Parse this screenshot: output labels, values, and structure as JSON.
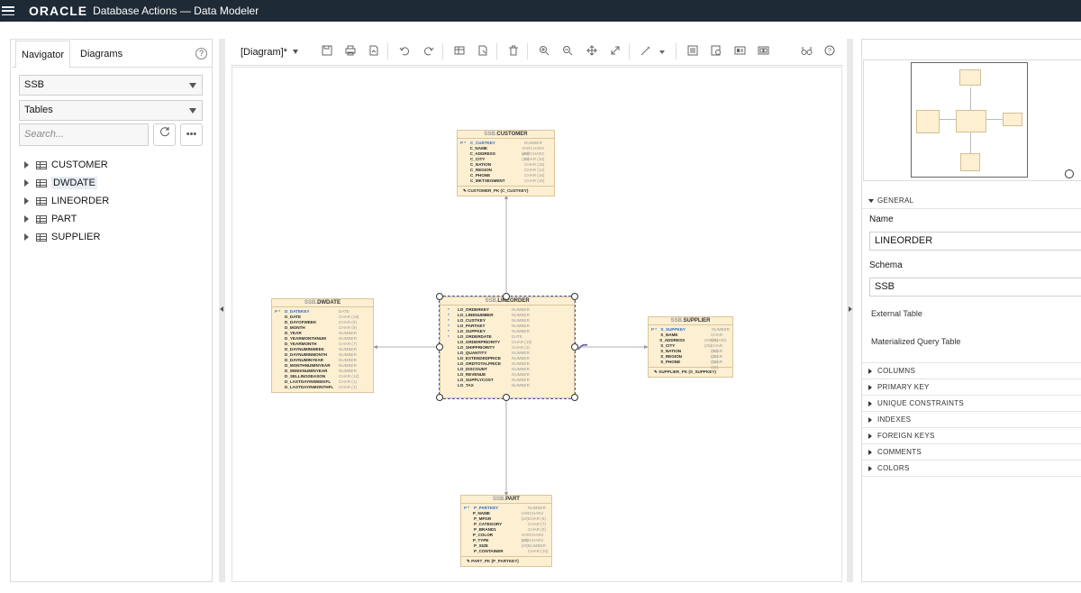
{
  "app": {
    "brand": "ORACLE",
    "title": "Database Actions — Data Modeler"
  },
  "navigator": {
    "tabs": [
      "Navigator",
      "Diagrams"
    ],
    "schema_select": "SSB",
    "object_type_select": "Tables",
    "search_placeholder": "Search...",
    "tables": [
      "CUSTOMER",
      "DWDATE",
      "LINEORDER",
      "PART",
      "SUPPLIER"
    ],
    "selected_table": "DWDATE"
  },
  "diagram": {
    "title": "[Diagram]*",
    "entities": {
      "customer": {
        "prefix": "SSB.",
        "name": "CUSTOMER",
        "columns": [
          {
            "flag": "P *",
            "name": "C_CUSTKEY",
            "type": "NUMBER",
            "pk": true
          },
          {
            "flag": "",
            "name": "C_NAME",
            "type": "VARCHAR2 (25)"
          },
          {
            "flag": "",
            "name": "C_ADDRESS",
            "type": "VARCHAR2 (25)"
          },
          {
            "flag": "",
            "name": "C_CITY",
            "type": "CHAR (10)"
          },
          {
            "flag": "",
            "name": "C_NATION",
            "type": "CHAR (15)"
          },
          {
            "flag": "",
            "name": "C_REGION",
            "type": "CHAR (12)"
          },
          {
            "flag": "",
            "name": "C_PHONE",
            "type": "CHAR (15)"
          },
          {
            "flag": "",
            "name": "C_MKTSEGMENT",
            "type": "CHAR (10)"
          }
        ],
        "pk_label": "CUSTOMER_PK (C_CUSTKEY)"
      },
      "dwdate": {
        "prefix": "SSB.",
        "name": "DWDATE",
        "columns": [
          {
            "flag": "P *",
            "name": "D_DATEKEY",
            "type": "DATE",
            "pk": true
          },
          {
            "flag": "",
            "name": "D_DATE",
            "type": "CHAR (18)"
          },
          {
            "flag": "",
            "name": "D_DAYOFWEEK",
            "type": "CHAR (9)"
          },
          {
            "flag": "",
            "name": "D_MONTH",
            "type": "CHAR (9)"
          },
          {
            "flag": "",
            "name": "D_YEAR",
            "type": "NUMBER"
          },
          {
            "flag": "",
            "name": "D_YEARMONTHNUM",
            "type": "NUMBER"
          },
          {
            "flag": "",
            "name": "D_YEARMONTH",
            "type": "CHAR (7)"
          },
          {
            "flag": "",
            "name": "D_DAYNUMINWEEK",
            "type": "NUMBER"
          },
          {
            "flag": "",
            "name": "D_DAYNUMINMONTH",
            "type": "NUMBER"
          },
          {
            "flag": "",
            "name": "D_DAYNUMINYEAR",
            "type": "NUMBER"
          },
          {
            "flag": "",
            "name": "D_MONTHNUMINYEAR",
            "type": "NUMBER"
          },
          {
            "flag": "",
            "name": "D_WEEKNUMINYEAR",
            "type": "NUMBER"
          },
          {
            "flag": "",
            "name": "D_SELLINGSEASON",
            "type": "CHAR (12)"
          },
          {
            "flag": "",
            "name": "D_LASTDAYINWEEKFL",
            "type": "CHAR (1)"
          },
          {
            "flag": "",
            "name": "D_LASTDAYINMONTHFL",
            "type": "CHAR (1)"
          }
        ]
      },
      "lineorder": {
        "prefix": "SSB.",
        "name": "LINEORDER",
        "columns": [
          {
            "flag": "*",
            "name": "LO_ORDERKEY",
            "type": "NUMBER"
          },
          {
            "flag": "*",
            "name": "LO_LINENUMBER",
            "type": "NUMBER"
          },
          {
            "flag": "*",
            "name": "LO_CUSTKEY",
            "type": "NUMBER"
          },
          {
            "flag": "*",
            "name": "LO_PARTKEY",
            "type": "NUMBER"
          },
          {
            "flag": "*",
            "name": "LO_SUPPKEY",
            "type": "NUMBER"
          },
          {
            "flag": "*",
            "name": "LO_ORDERDATE",
            "type": "DATE"
          },
          {
            "flag": "",
            "name": "LO_ORDERPRIORITY",
            "type": "CHAR (15)"
          },
          {
            "flag": "",
            "name": "LO_SHIPPRIORITY",
            "type": "CHAR (1)"
          },
          {
            "flag": "",
            "name": "LO_QUANTITY",
            "type": "NUMBER"
          },
          {
            "flag": "",
            "name": "LO_EXTENDEDPRICE",
            "type": "NUMBER"
          },
          {
            "flag": "",
            "name": "LO_ORDTOTALPRICE",
            "type": "NUMBER"
          },
          {
            "flag": "",
            "name": "LO_DISCOUNT",
            "type": "NUMBER"
          },
          {
            "flag": "",
            "name": "LO_REVENUE",
            "type": "NUMBER"
          },
          {
            "flag": "",
            "name": "LO_SUPPLYCOST",
            "type": "NUMBER"
          },
          {
            "flag": "",
            "name": "LO_TAX",
            "type": "NUMBER"
          }
        ]
      },
      "supplier": {
        "prefix": "SSB.",
        "name": "SUPPLIER",
        "columns": [
          {
            "flag": "P *",
            "name": "S_SUPPKEY",
            "type": "NUMBER",
            "pk": true
          },
          {
            "flag": "",
            "name": "S_NAME",
            "type": "CHAR (25)"
          },
          {
            "flag": "",
            "name": "S_ADDRESS",
            "type": "VARCHAR2 (25)"
          },
          {
            "flag": "",
            "name": "S_CITY",
            "type": "CHAR (10)"
          },
          {
            "flag": "",
            "name": "S_NATION",
            "type": "CHAR (15)"
          },
          {
            "flag": "",
            "name": "S_REGION",
            "type": "CHAR (12)"
          },
          {
            "flag": "",
            "name": "S_PHONE",
            "type": "CHAR (15)"
          }
        ],
        "pk_label": "SUPPLIER_PK (S_SUPPKEY)"
      },
      "part": {
        "prefix": "SSB.",
        "name": "PART",
        "columns": [
          {
            "flag": "P *",
            "name": "P_PARTKEY",
            "type": "NUMBER",
            "pk": true
          },
          {
            "flag": "",
            "name": "P_NAME",
            "type": "VARCHAR2 (22)"
          },
          {
            "flag": "",
            "name": "P_MFGR",
            "type": "CHAR (6)"
          },
          {
            "flag": "",
            "name": "P_CATEGORY",
            "type": "CHAR (7)"
          },
          {
            "flag": "",
            "name": "P_BRAND1",
            "type": "CHAR (9)"
          },
          {
            "flag": "",
            "name": "P_COLOR",
            "type": "VARCHAR2 (11)"
          },
          {
            "flag": "",
            "name": "P_TYPE",
            "type": "VARCHAR2 (25)"
          },
          {
            "flag": "",
            "name": "P_SIZE",
            "type": "NUMBER"
          },
          {
            "flag": "",
            "name": "P_CONTAINER",
            "type": "CHAR (10)"
          }
        ],
        "pk_label": "PART_PK (P_PARTKEY)"
      }
    }
  },
  "properties": {
    "general_label": "GENERAL",
    "name_label": "Name",
    "name_value": "LINEORDER",
    "schema_label": "Schema",
    "schema_value": "SSB",
    "external_table_label": "External Table",
    "mqt_label": "Materialized Query Table",
    "sections": [
      "COLUMNS",
      "PRIMARY KEY",
      "UNIQUE CONSTRAINTS",
      "INDEXES",
      "FOREIGN KEYS",
      "COMMENTS",
      "COLORS"
    ]
  },
  "colors": {
    "topbar": "#1e2a36",
    "entity_fill": "#fcefd2",
    "pk_blue": "#2f6bc6",
    "selection": "#3b5bab"
  }
}
